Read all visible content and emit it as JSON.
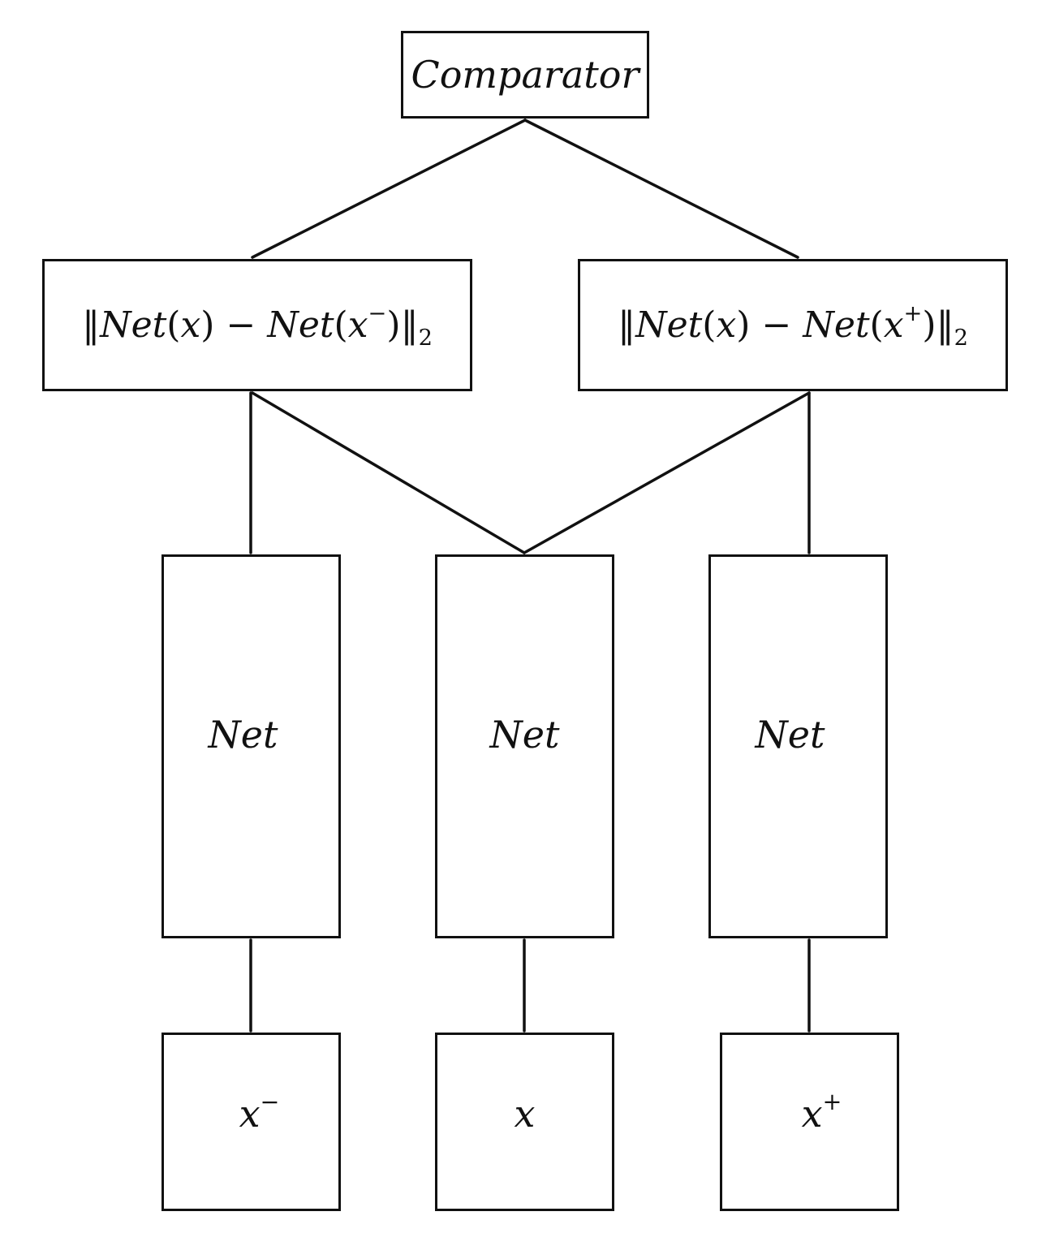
{
  "diagram": {
    "comparator": {
      "label": "Comparator"
    },
    "distances": {
      "negative": {
        "norm_open": "‖",
        "net": "Net",
        "x": "x",
        "minus": " − ",
        "x_neg": "x",
        "neg_sup": "−",
        "norm_close": "‖",
        "sub": "2"
      },
      "positive": {
        "norm_open": "‖",
        "net": "Net",
        "x": "x",
        "minus": " − ",
        "x_pos": "x",
        "pos_sup": "+",
        "norm_close": "‖",
        "sub": "2"
      }
    },
    "networks": [
      {
        "label": "Net"
      },
      {
        "label": "Net"
      },
      {
        "label": "Net"
      }
    ],
    "inputs": {
      "negative": {
        "base": "x",
        "sup": "−"
      },
      "anchor": {
        "base": "x"
      },
      "positive": {
        "base": "x",
        "sup": "+"
      }
    },
    "colors": {
      "stroke": "#111111",
      "background": "#ffffff"
    }
  }
}
